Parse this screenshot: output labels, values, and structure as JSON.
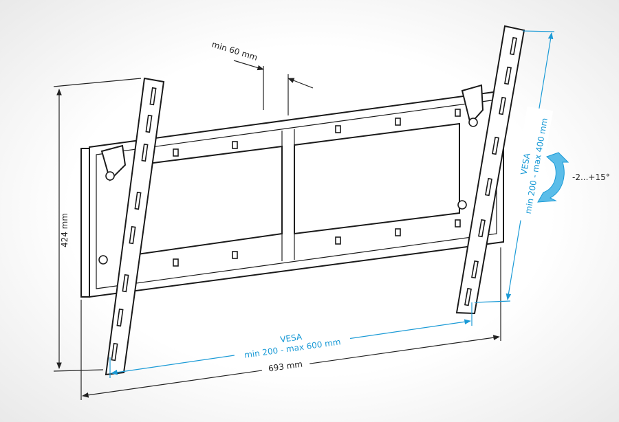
{
  "dimensions": {
    "min_gap": "min 60 mm",
    "height": "424 mm",
    "width": "693 mm",
    "vesa_horizontal_title": "VESA",
    "vesa_horizontal_range": "min 200 - max 600 mm",
    "vesa_vertical_title": "VESA",
    "vesa_vertical_range": "min 200 - max 400 mm",
    "tilt": "-2...+15°"
  },
  "colors": {
    "accent": "#1a9ad6",
    "line": "#1a1a1a"
  }
}
